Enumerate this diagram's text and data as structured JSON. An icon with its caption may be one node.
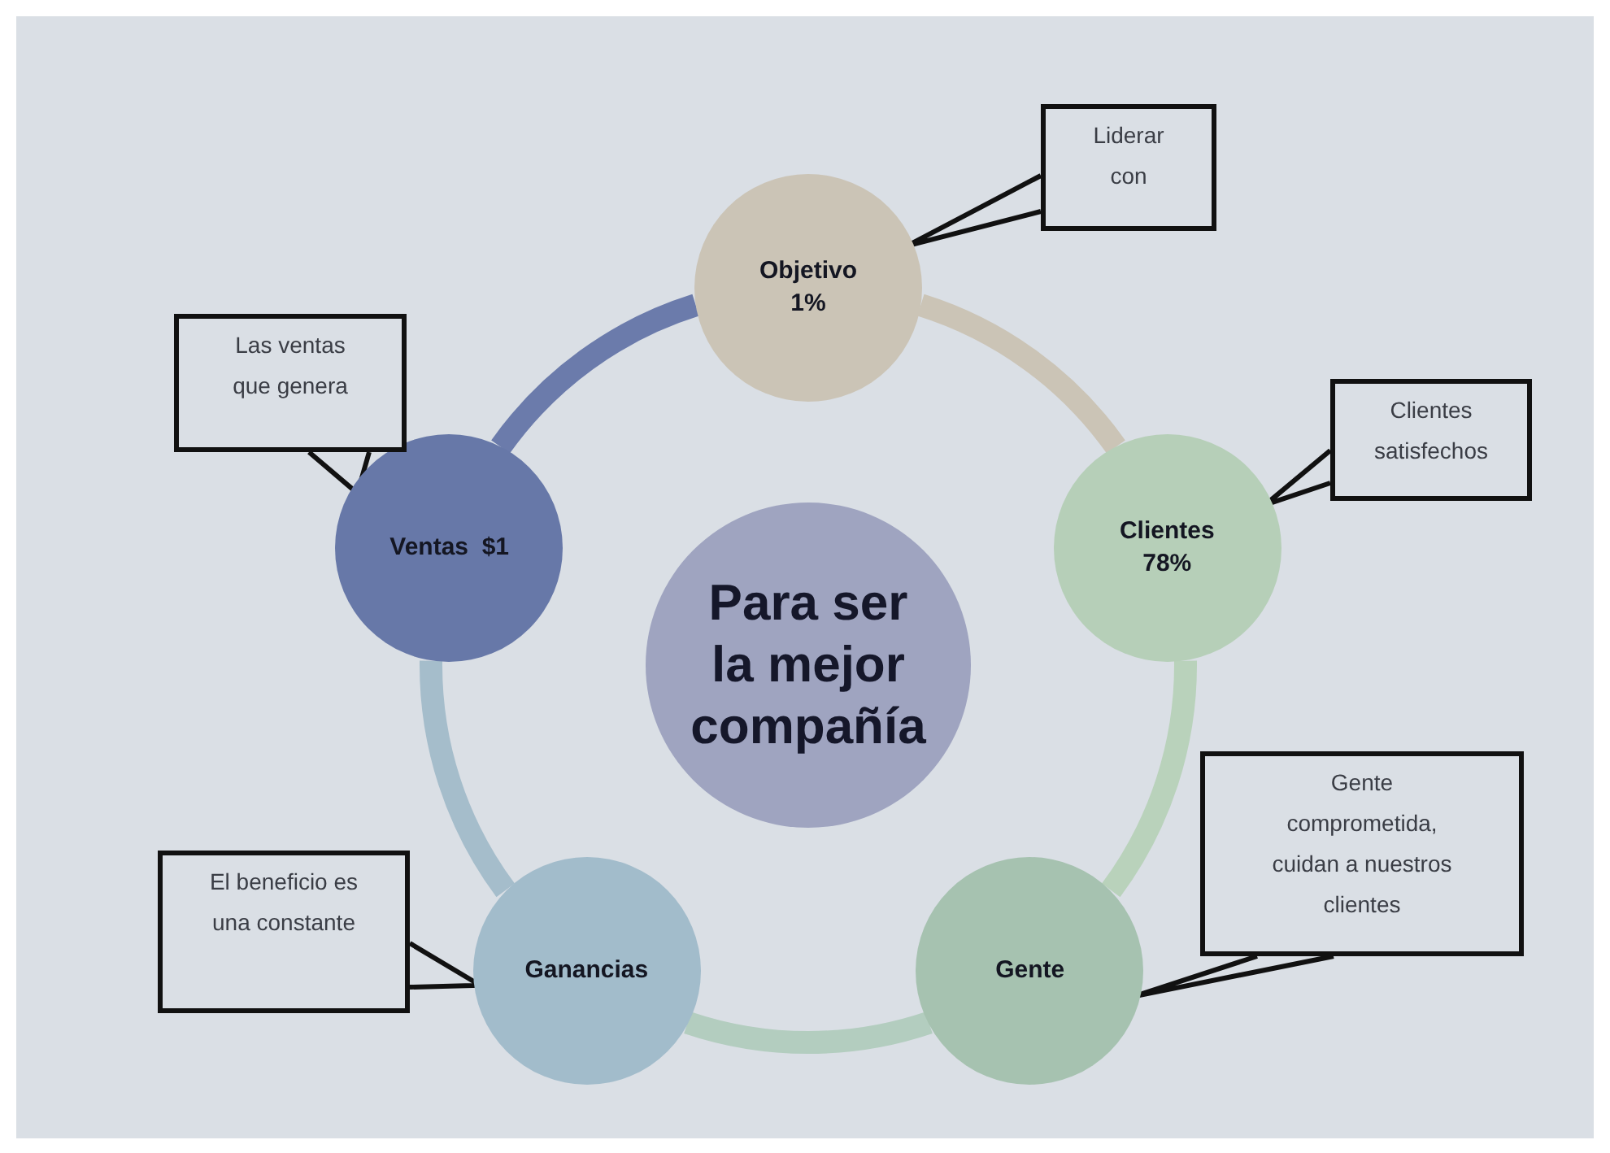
{
  "diagram": {
    "nodes": [
      {
        "text": [
          "Para ser la mejor compañía"
        ]
      },
      {
        "text": [
          "Objetivo 1%"
        ]
      },
      {
        "text": [
          "Clientes 78%"
        ]
      },
      {
        "text": [
          "Gente"
        ]
      },
      {
        "text": [
          "Ganancias"
        ]
      },
      {
        "text": [
          "Ventas  $1"
        ]
      },
      {
        "text": [
          "Liderar con"
        ]
      },
      {
        "text": [
          "Las ventas que genera"
        ]
      },
      {
        "text": [
          "Clientes satisfechos"
        ]
      },
      {
        "text": [
          "El beneficio es una constante"
        ]
      },
      {
        "text": [
          "Gente comprometida, cuidan a nuestros clientes"
        ]
      }
    ],
    "edges": [
      {
        "from": 5,
        "to": 1,
        "arrow": "none",
        "style": "thick",
        "color": "#6b7bab"
      },
      {
        "from": 1,
        "to": 2,
        "arrow": "none",
        "style": "thick",
        "color": "#cbc4b6"
      },
      {
        "from": 2,
        "to": 3,
        "arrow": "none",
        "style": "thick",
        "color": "#b9d2bb"
      },
      {
        "from": 3,
        "to": 4,
        "arrow": "none",
        "style": "thick",
        "color": "#b3cdbf"
      },
      {
        "from": 4,
        "to": 5,
        "arrow": "none",
        "style": "thick",
        "color": "#a5bdcb"
      },
      {
        "from": 6,
        "to": 1,
        "arrow": "none"
      },
      {
        "from": 7,
        "to": 5,
        "arrow": "none"
      },
      {
        "from": 8,
        "to": 2,
        "arrow": "none"
      },
      {
        "from": 9,
        "to": 4,
        "arrow": "none"
      },
      {
        "from": 10,
        "to": 3,
        "arrow": "none"
      }
    ]
  }
}
